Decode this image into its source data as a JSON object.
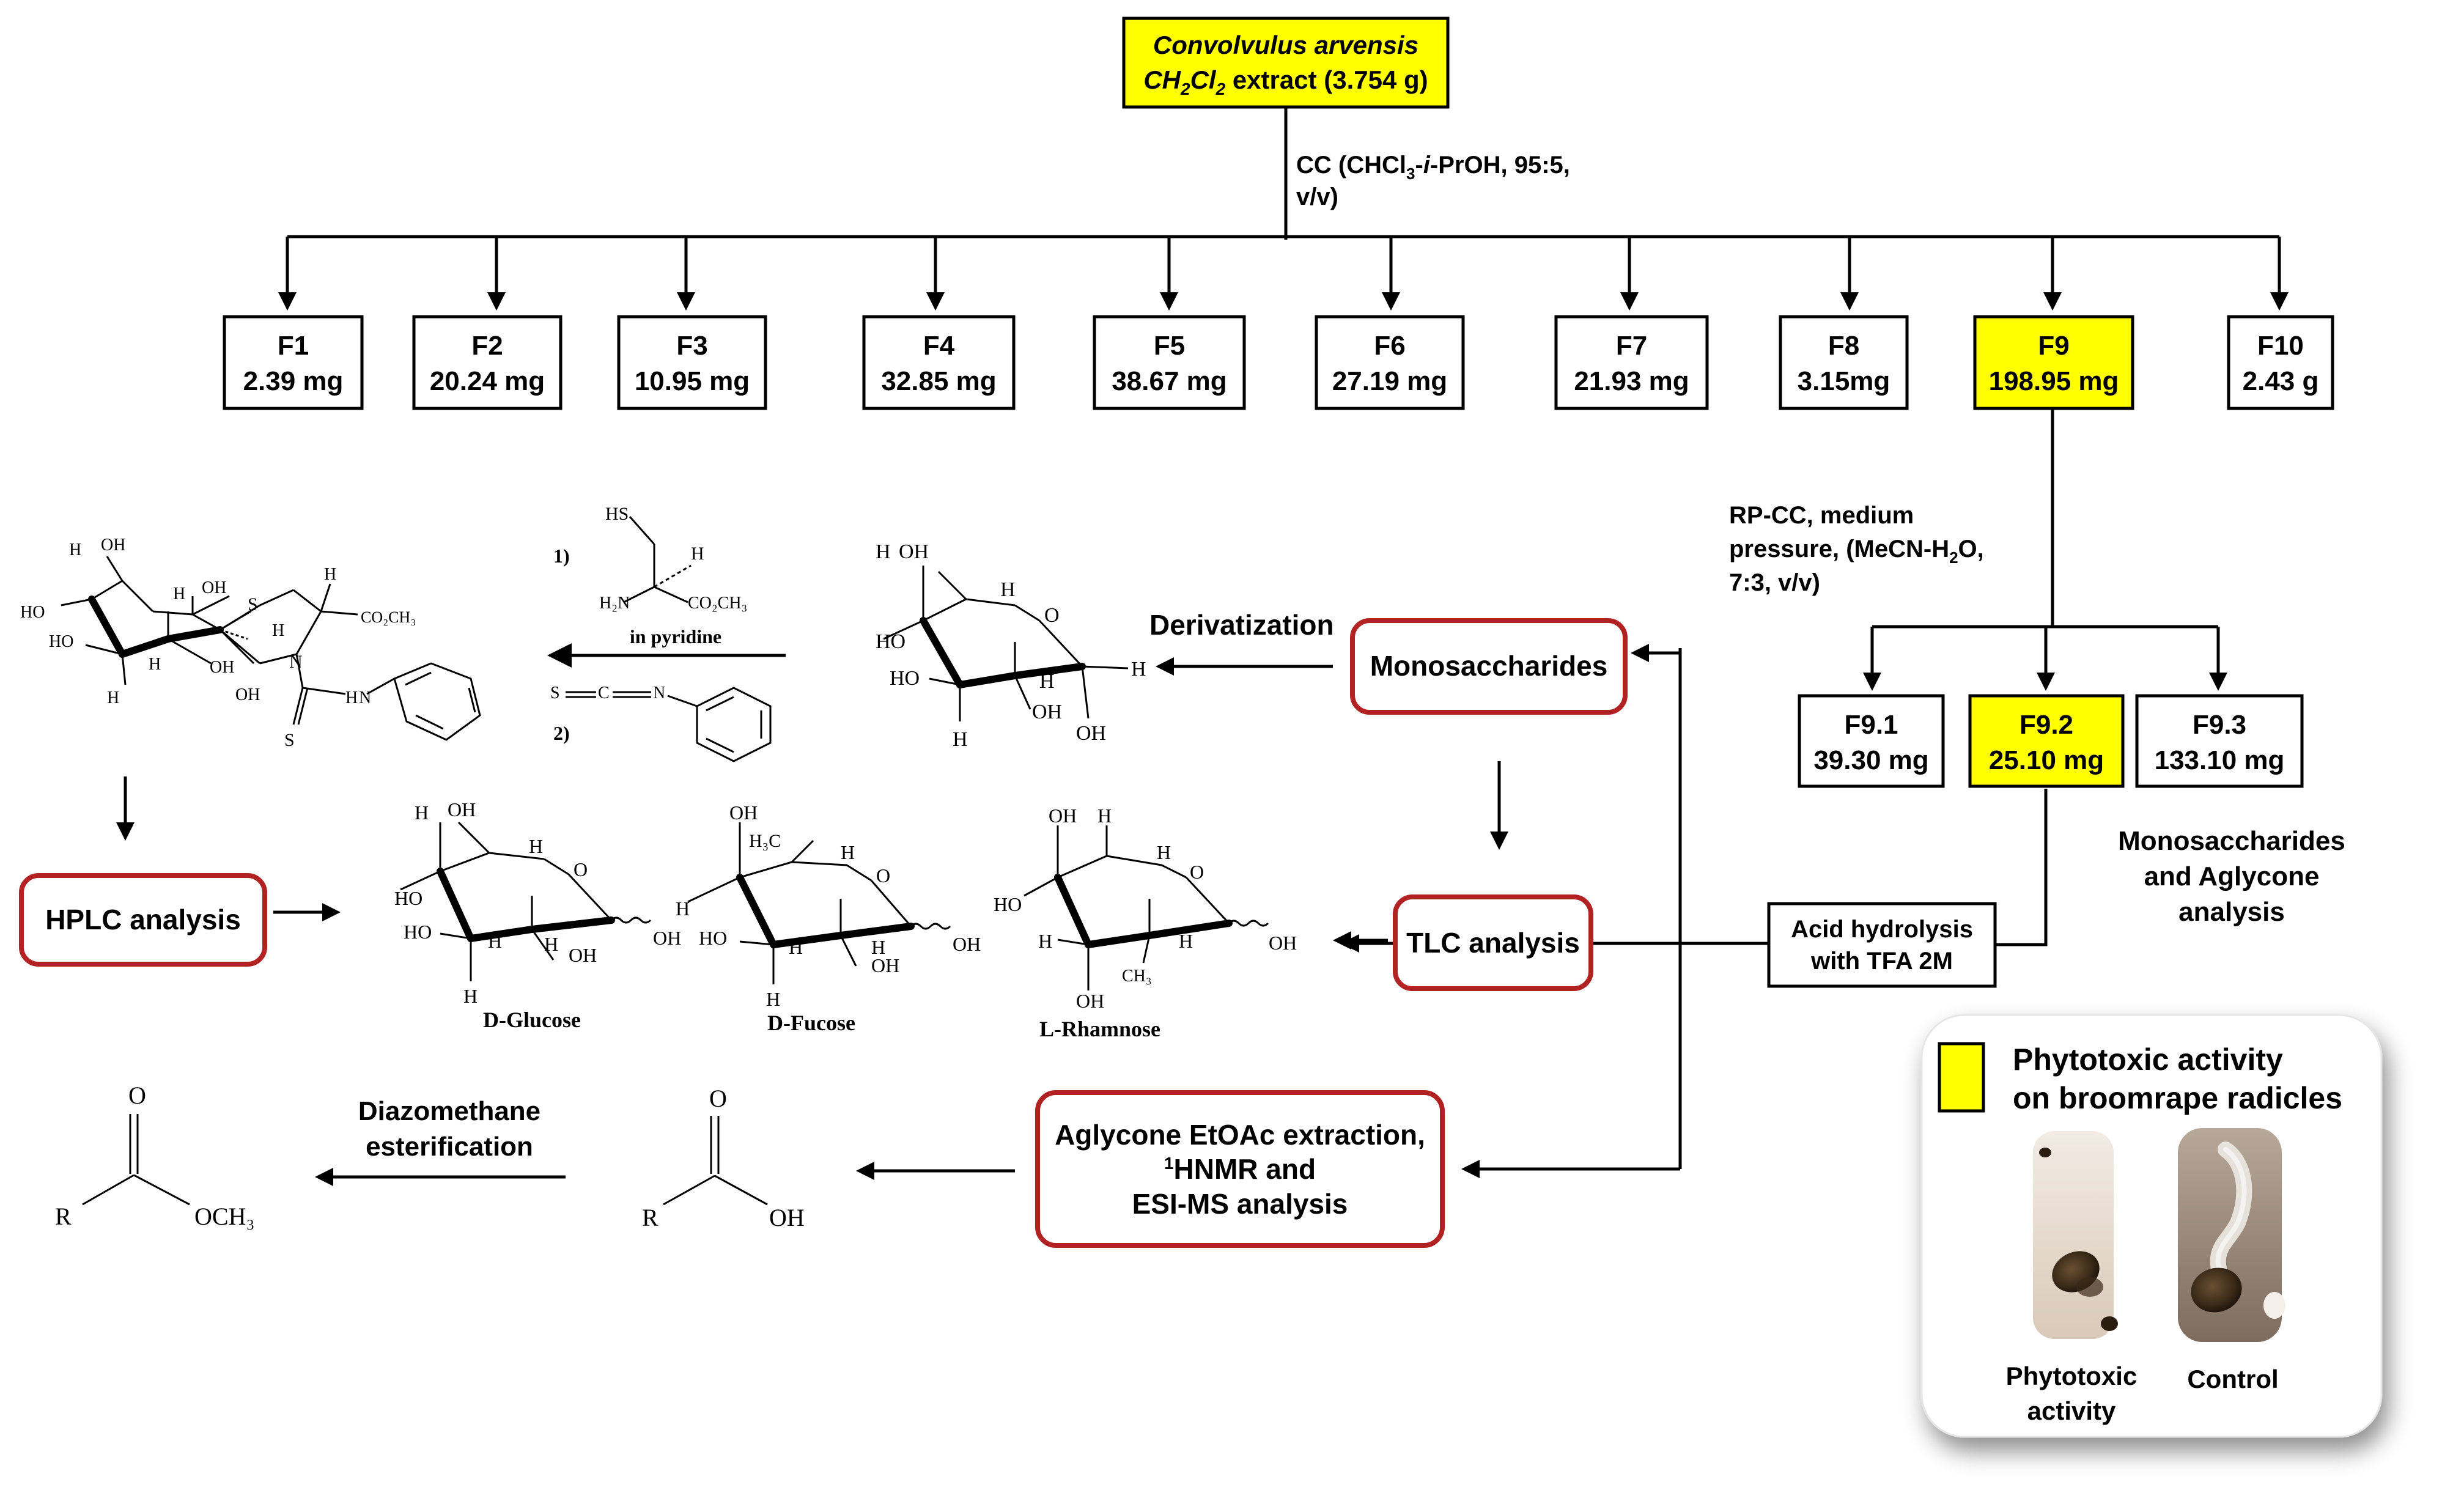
{
  "extract": {
    "line1": "Convolvulus arvensis",
    "line2_a": "CH",
    "line2_sub1": "2",
    "line2_b": "Cl",
    "line2_sub2": "2",
    "line2_c": " extract (3.754 g)",
    "highlight_color": "#FFFF00"
  },
  "cc_step": {
    "line1": "CC (CHCl",
    "line1_sub": "3",
    "line1_b": "-",
    "line1_italic": "i",
    "line1_c": "-PrOH, 95:5,",
    "line2": "v/v)"
  },
  "fractions": [
    {
      "name": "F1",
      "amount": "2.39 mg",
      "highlight": false
    },
    {
      "name": "F2",
      "amount": "20.24 mg",
      "highlight": false
    },
    {
      "name": "F3",
      "amount": "10.95 mg",
      "highlight": false
    },
    {
      "name": "F4",
      "amount": "32.85 mg",
      "highlight": false
    },
    {
      "name": "F5",
      "amount": "38.67 mg",
      "highlight": false
    },
    {
      "name": "F6",
      "amount": "27.19 mg",
      "highlight": false
    },
    {
      "name": "F7",
      "amount": "21.93 mg",
      "highlight": false
    },
    {
      "name": "F8",
      "amount": "3.15mg",
      "highlight": false
    },
    {
      "name": "F9",
      "amount": "198.95 mg",
      "highlight": true
    },
    {
      "name": "F10",
      "amount": "2.43 g",
      "highlight": false
    }
  ],
  "rp_step": {
    "line1": "RP-CC, medium",
    "line2_a": "pressure, (MeCN-H",
    "line2_sub": "2",
    "line2_b": "O,",
    "line3": "7:3, v/v)"
  },
  "subfractions": [
    {
      "name": "F9.1",
      "amount": "39.30 mg",
      "highlight": false
    },
    {
      "name": "F9.2",
      "amount": "25.10 mg",
      "highlight": true
    },
    {
      "name": "F9.3",
      "amount": "133.10 mg",
      "highlight": false
    }
  ],
  "mono_aglycone_note": [
    "Monosaccharides",
    "and Aglycone",
    "analysis"
  ],
  "acid_hydrolysis": [
    "Acid hydrolysis",
    "with TFA 2M"
  ],
  "process_boxes": {
    "monosaccharides": "Monosaccharides",
    "tlc": "TLC analysis",
    "hplc": "HPLC analysis",
    "aglycone_line1": "Aglycone EtOAc extraction,",
    "aglycone_line2_sup": "1",
    "aglycone_line2": "HNMR and",
    "aglycone_line3": "ESI-MS analysis"
  },
  "derivatization": "Derivatization",
  "reagents": {
    "step1": "1)",
    "step2": "2)",
    "in_pyridine": "in pyridine",
    "hs": "HS",
    "h": "H",
    "h2n": "H₂N",
    "co2ch3": "CO₂CH₃"
  },
  "derivative_labels": {
    "co2ch3": "CO₂CH₃",
    "s": "S",
    "n": "N",
    "h": "H",
    "oh": "OH",
    "ho": "HO"
  },
  "sugars": [
    {
      "name": "D-Glucose"
    },
    {
      "name": "D-Fucose"
    },
    {
      "name": "L-Rhamnose"
    }
  ],
  "sugar_atoms": {
    "oh": "OH",
    "ho": "HO",
    "h": "H",
    "o": "O",
    "h3c": "H₃C",
    "ch3": "CH₃"
  },
  "esterification": {
    "line1": "Diazomethane",
    "line2": "esterification",
    "acid_r": "R",
    "acid_o": "O",
    "acid_oh": "OH",
    "ester_r": "R",
    "ester_o": "O",
    "ester_och3": "OCH₃"
  },
  "legend": {
    "swatch_color": "#FFFF00",
    "line1": "Phytotoxic activity",
    "line2": "on broomrape radicles",
    "photo1_label_1": "Phytotoxic",
    "photo1_label_2": "activity",
    "photo2_label": "Control"
  }
}
